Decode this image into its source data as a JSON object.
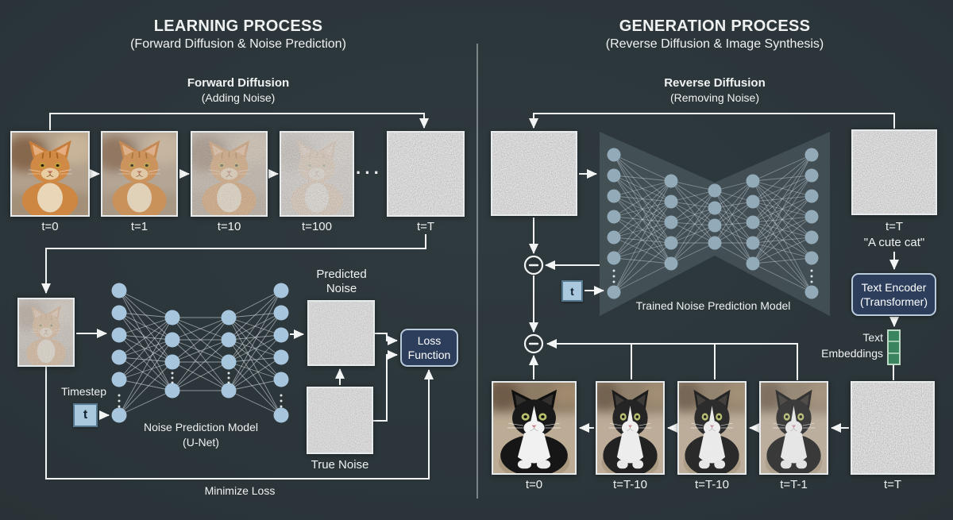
{
  "learning": {
    "title": "LEARNING PROCESS",
    "subtitle": "(Forward Diffusion & Noise Prediction)",
    "stage_title": "Forward Diffusion",
    "stage_subtitle": "(Adding Noise)",
    "ellipsis": "···",
    "timeline": [
      {
        "label": "t=0",
        "kind": "cat-orange",
        "noise": 0
      },
      {
        "label": "t=1",
        "kind": "cat-orange",
        "noise": 0.14
      },
      {
        "label": "t=10",
        "kind": "cat-orange",
        "noise": 0.45
      },
      {
        "label": "t=100",
        "kind": "cat-orange",
        "noise": 0.75
      },
      {
        "label": "t=T",
        "kind": "noise",
        "noise": 1
      }
    ],
    "noisy_input": {
      "kind": "cat-orange",
      "noise": 0.6
    },
    "timestep_label": "Timestep",
    "timestep_value": "t",
    "model_name": "Noise Prediction Model",
    "model_type": "(U-Net)",
    "predicted_noise_label": "Predicted Noise",
    "true_noise_label": "True Noise",
    "loss_function_label": "Loss Function",
    "minimize_loss_label": "Minimize Loss"
  },
  "generation": {
    "title": "GENERATION PROCESS",
    "subtitle": "(Reverse Diffusion & Image Synthesis)",
    "stage_title": "Reverse Diffusion",
    "stage_subtitle": "(Removing Noise)",
    "model_name": "Trained Noise Prediction Model",
    "timestep_value": "t",
    "input_noise_label": "t=T",
    "prompt_text": "\"A cute cat\"",
    "encoder_name": "Text Encoder",
    "encoder_type": "(Transformer)",
    "embeddings_label_1": "Text",
    "embeddings_label_2": "Embeddings",
    "subtract_symbol": "−",
    "timeline": [
      {
        "label": "t=0",
        "kind": "cat-tux",
        "noise": 0
      },
      {
        "label": "t=T-10",
        "kind": "cat-tux",
        "noise": 0.05
      },
      {
        "label": "t=T-10",
        "kind": "cat-tux",
        "noise": 0.08
      },
      {
        "label": "t=T-1",
        "kind": "cat-tux",
        "noise": 0.15
      },
      {
        "label": "t=T",
        "kind": "noise",
        "noise": 1
      }
    ]
  },
  "colors": {
    "background": "#2a3438",
    "line": "#f3f5f5",
    "node_left": "#a7c5dc",
    "node_right": "#93abb9",
    "navy_box": "#2c3e5c",
    "embedding_green": "#3a8560",
    "timestep_blue": "#a9c7dd"
  }
}
